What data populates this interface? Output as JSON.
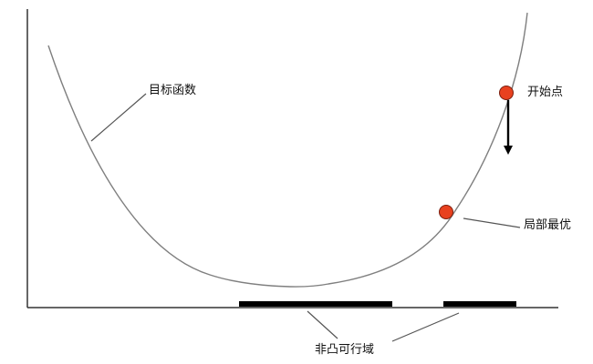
{
  "labels": {
    "objective": "目标函数",
    "start_point": "开始点",
    "local_optimum": "局部最优",
    "infeasible_region": "非凸可行域"
  },
  "colors": {
    "point_fill": "#e8411f",
    "point_stroke": "#7a1e0e",
    "curve": "#7f7f7f",
    "axis": "#333333",
    "region_bar": "#000000",
    "arrow": "#000000"
  }
}
